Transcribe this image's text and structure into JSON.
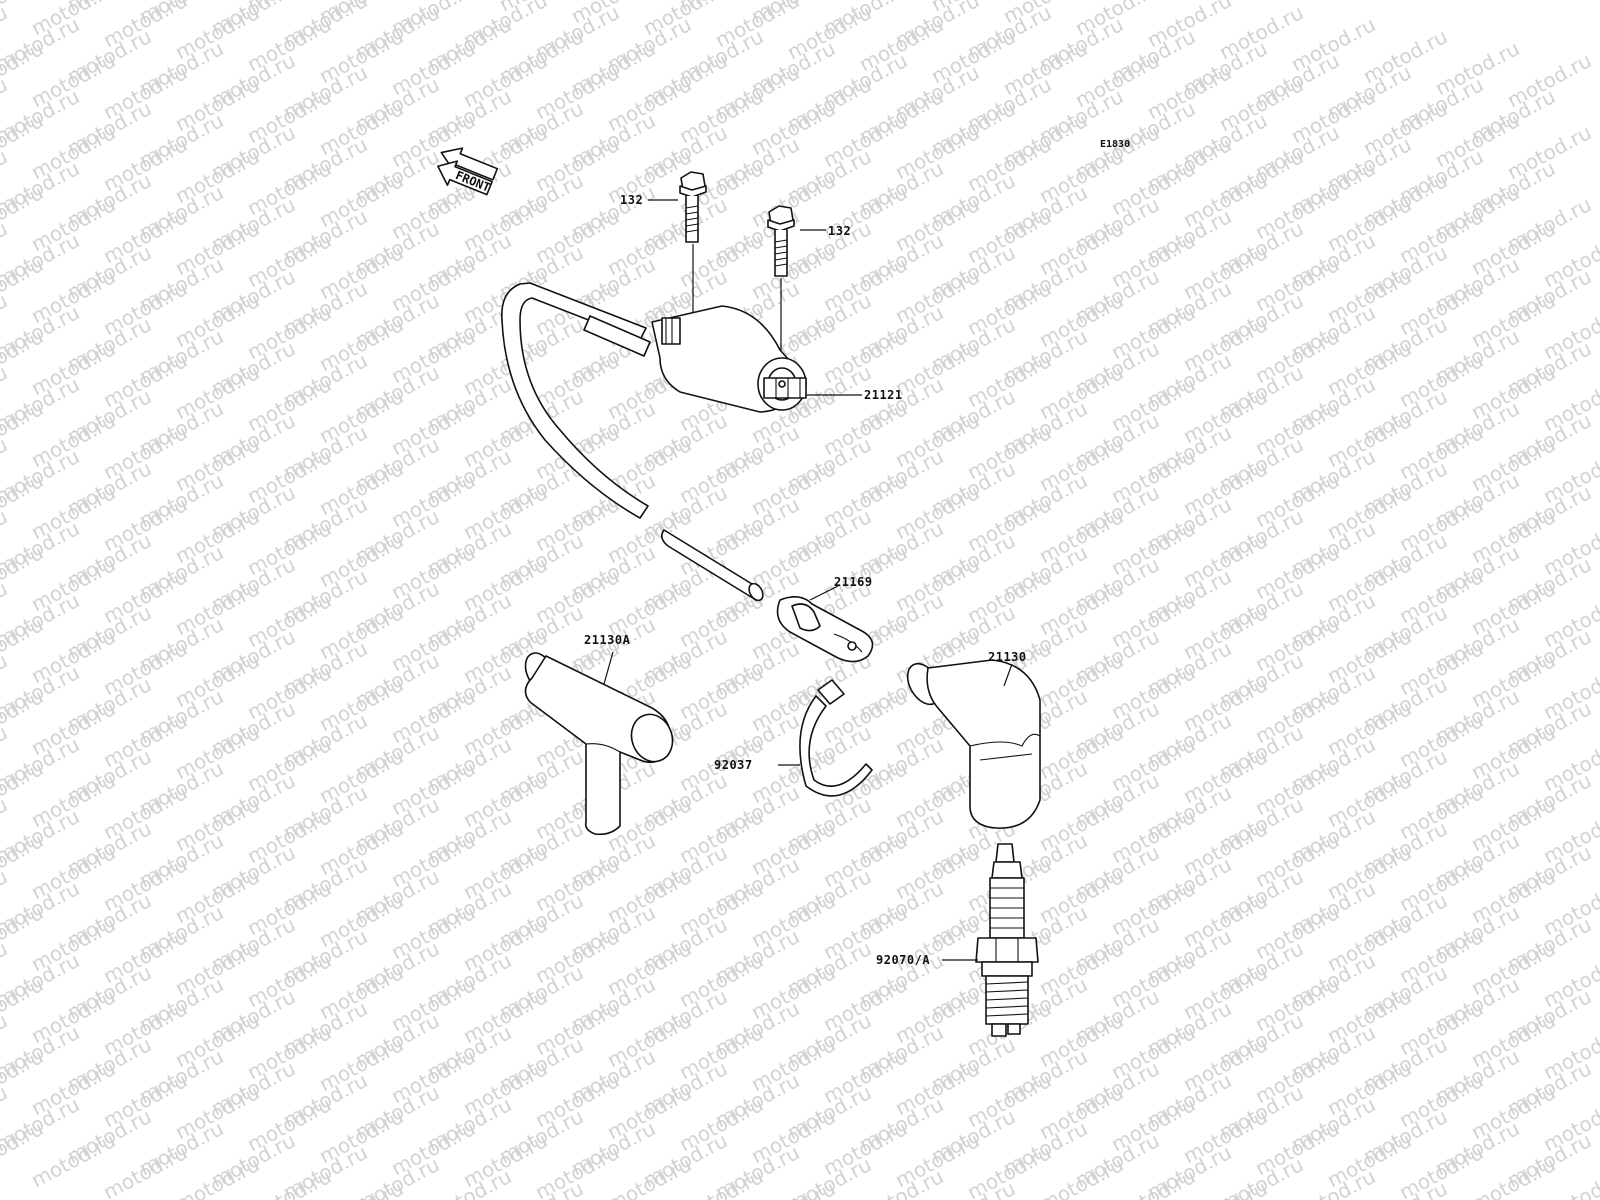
{
  "diagram": {
    "code": "E1830",
    "watermark": "motod.ru",
    "front_label": "FRONT",
    "callouts": [
      {
        "key": "bolt_left",
        "label": "132"
      },
      {
        "key": "bolt_right",
        "label": "132"
      },
      {
        "key": "ignition_coil",
        "label": "21121"
      },
      {
        "key": "clamp",
        "label": "21169"
      },
      {
        "key": "cap_a",
        "label": "21130A"
      },
      {
        "key": "cap",
        "label": "21130"
      },
      {
        "key": "band",
        "label": "92037"
      },
      {
        "key": "spark_plug",
        "label": "92070/A"
      }
    ]
  }
}
